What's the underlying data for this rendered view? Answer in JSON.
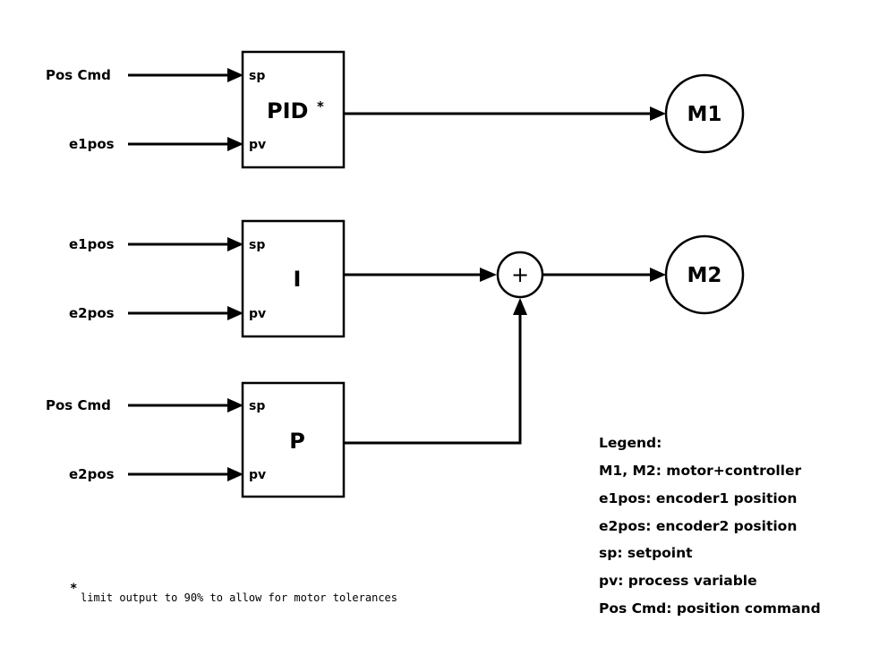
{
  "blocks": {
    "pid": {
      "label": "PID",
      "superscript": "*",
      "sp_input": "Pos Cmd",
      "pv_input": "e1pos",
      "sp_port": "sp",
      "pv_port": "pv"
    },
    "i": {
      "label": "I",
      "sp_input": "e1pos",
      "pv_input": "e2pos",
      "sp_port": "sp",
      "pv_port": "pv"
    },
    "p": {
      "label": "P",
      "sp_input": "Pos Cmd",
      "pv_input": "e2pos",
      "sp_port": "sp",
      "pv_port": "pv"
    }
  },
  "summing_junction": {
    "symbol": "+"
  },
  "motors": {
    "m1": "M1",
    "m2": "M2"
  },
  "footnote": {
    "marker": "*",
    "text": "limit output to 90% to allow for motor tolerances"
  },
  "legend": {
    "title": "Legend:",
    "items": [
      "M1, M2: motor+controller",
      "e1pos: encoder1 position",
      "e2pos: encoder2 position",
      "sp: setpoint",
      "pv: process variable",
      "Pos Cmd: position command"
    ]
  }
}
